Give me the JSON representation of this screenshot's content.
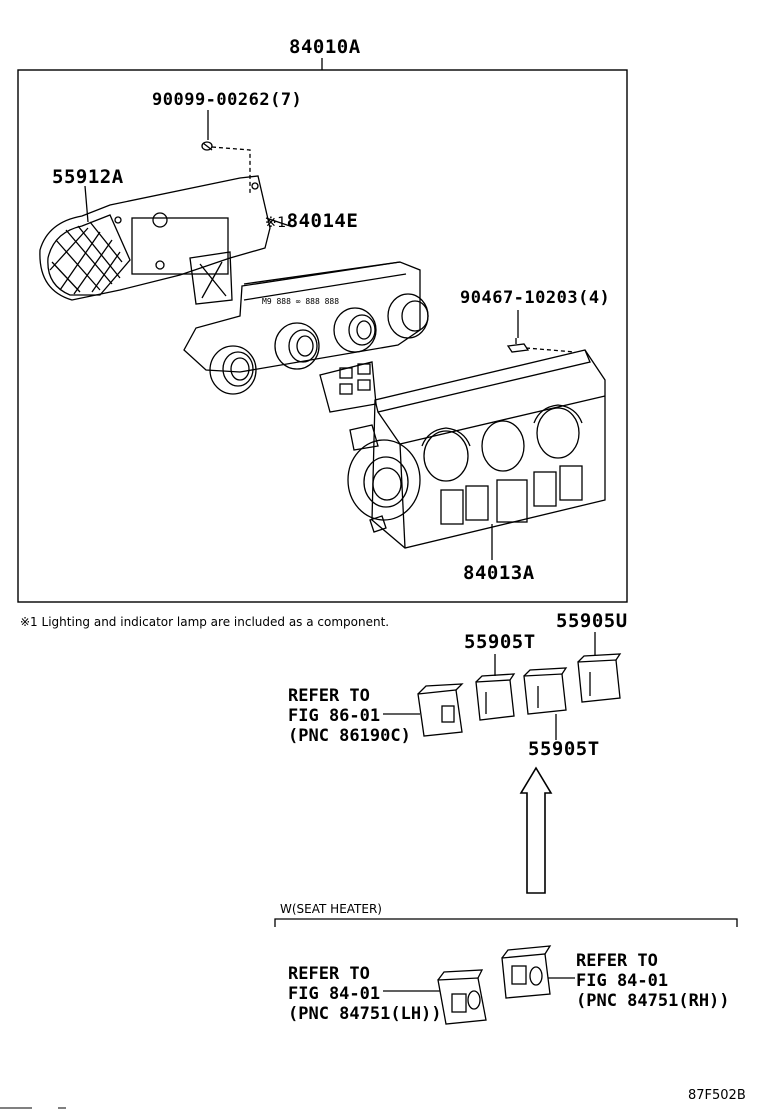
{
  "labels": {
    "assembly": "84010A",
    "screw": "90099-00262(7)",
    "cover": "55912A",
    "lamp_mark": "※1",
    "control_sub": "84014E",
    "clip": "90467-10203(4)",
    "panel": "84013A",
    "plug_u": "55905U",
    "plug_t1": "55905T",
    "plug_t2": "55905T"
  },
  "note": {
    "mark": "※1",
    "text": "Lighting and indicator lamp are included as a component."
  },
  "refs": {
    "ref_86": [
      "REFER TO",
      "FIG 86-01",
      "(PNC 86190C)"
    ],
    "ref_lh": [
      "REFER TO",
      "FIG 84-01",
      "(PNC 84751(LH))"
    ],
    "ref_rh": [
      "REFER TO",
      "FIG 84-01",
      "(PNC 84751(RH))"
    ]
  },
  "condition": "W(SEAT HEATER)",
  "figure_code": "87F502B"
}
